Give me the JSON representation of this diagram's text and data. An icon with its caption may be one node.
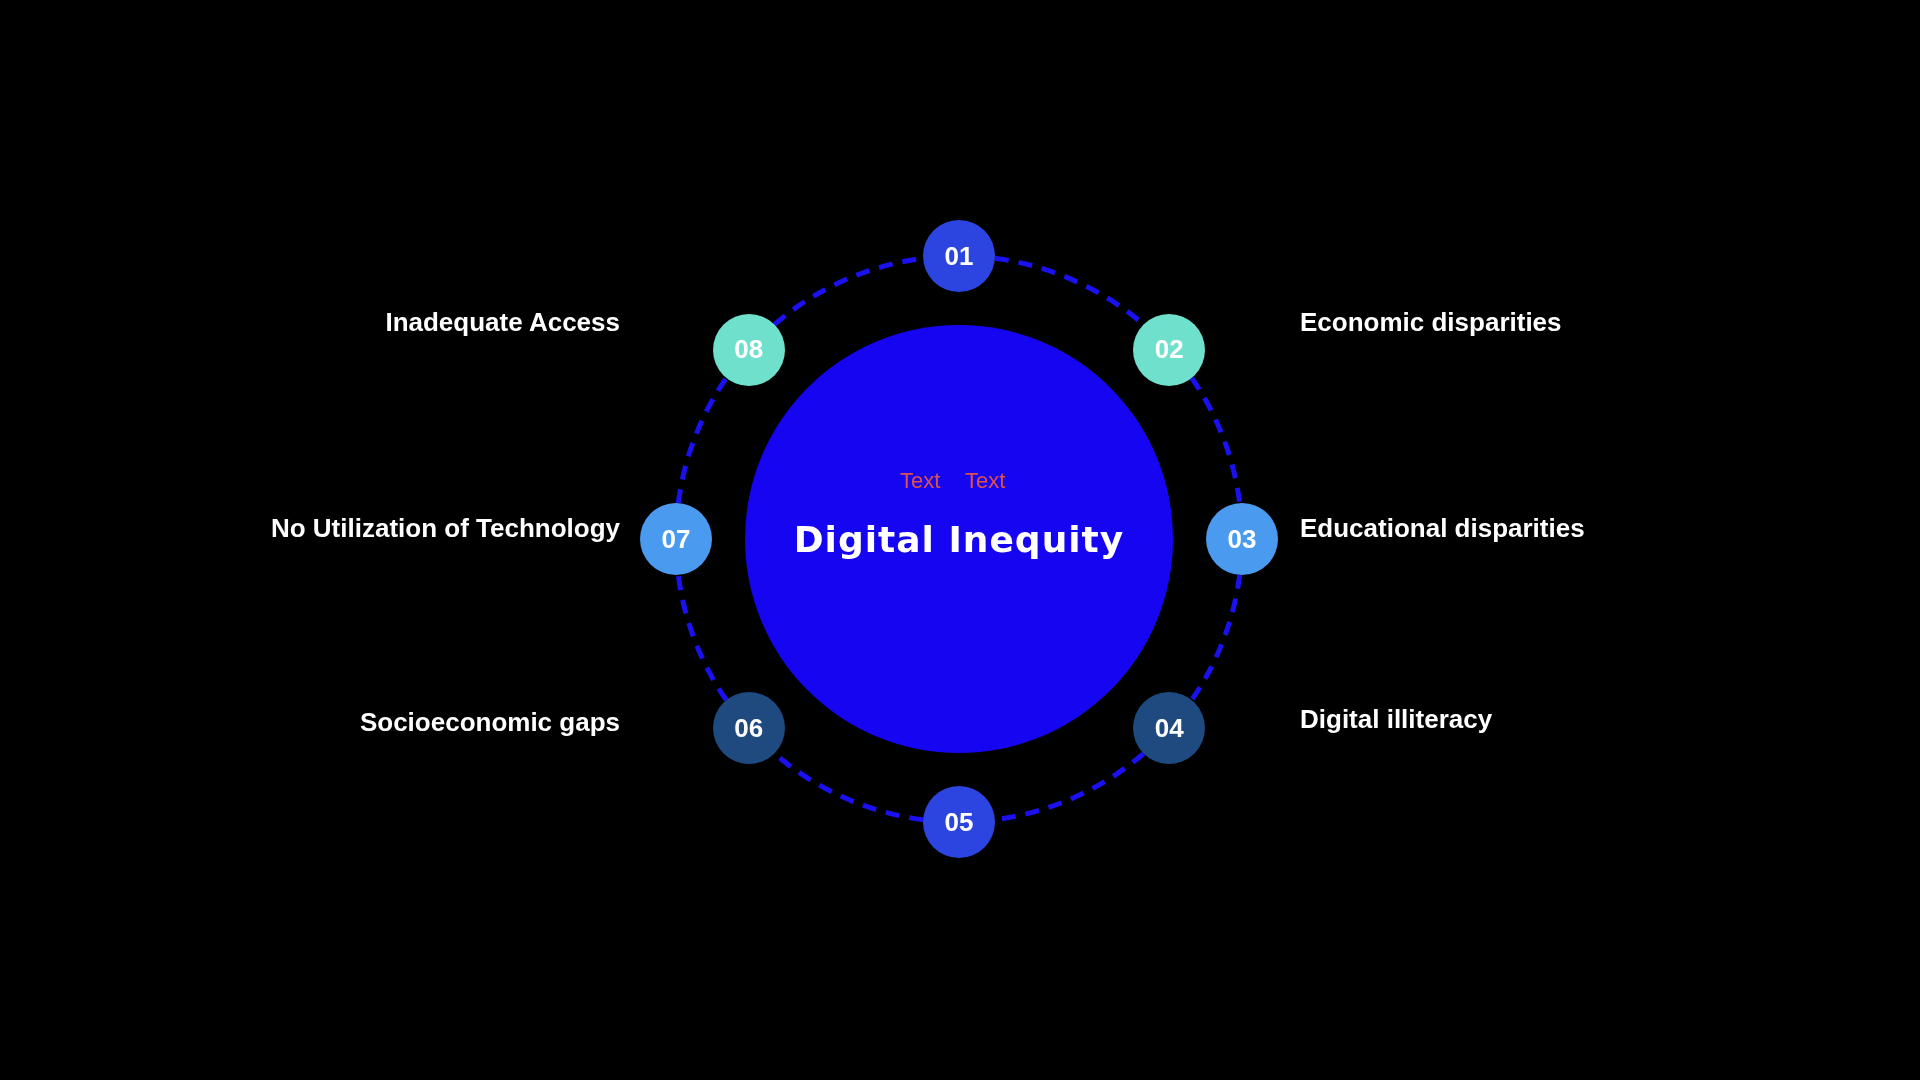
{
  "diagram": {
    "nodes": [
      {
        "text": [
          "Digital Inequity"
        ]
      },
      {
        "text": [
          "01"
        ]
      },
      {
        "text": [
          "02"
        ],
        "beside": [
          "Economic disparities"
        ]
      },
      {
        "text": [
          "03"
        ],
        "beside": [
          "Educational disparities"
        ]
      },
      {
        "text": [
          "04"
        ],
        "beside": [
          "Digital illiteracy"
        ]
      },
      {
        "text": [
          "05"
        ]
      },
      {
        "text": [
          "06"
        ],
        "beside": [
          "Socioeconomic gaps"
        ]
      },
      {
        "text": [
          "07"
        ],
        "beside": [
          "No Utilization of Technology"
        ]
      },
      {
        "text": [
          "08"
        ],
        "beside": [
          "Inadequate Access"
        ]
      }
    ],
    "edges": [
      {
        "from": 1,
        "to": 2,
        "arrow": "none",
        "style": "dashed"
      },
      {
        "from": 2,
        "to": 3,
        "arrow": "none",
        "style": "dashed"
      },
      {
        "from": 3,
        "to": 4,
        "arrow": "none",
        "style": "dashed"
      },
      {
        "from": 4,
        "to": 5,
        "arrow": "none",
        "style": "dashed"
      },
      {
        "from": 5,
        "to": 6,
        "arrow": "none",
        "style": "dashed"
      },
      {
        "from": 6,
        "to": 7,
        "arrow": "none",
        "style": "dashed"
      },
      {
        "from": 7,
        "to": 8,
        "arrow": "none",
        "style": "dashed"
      },
      {
        "from": 8,
        "to": 1,
        "arrow": "none",
        "style": "dashed"
      }
    ],
    "labels": [
      "Text",
      "Text"
    ]
  }
}
